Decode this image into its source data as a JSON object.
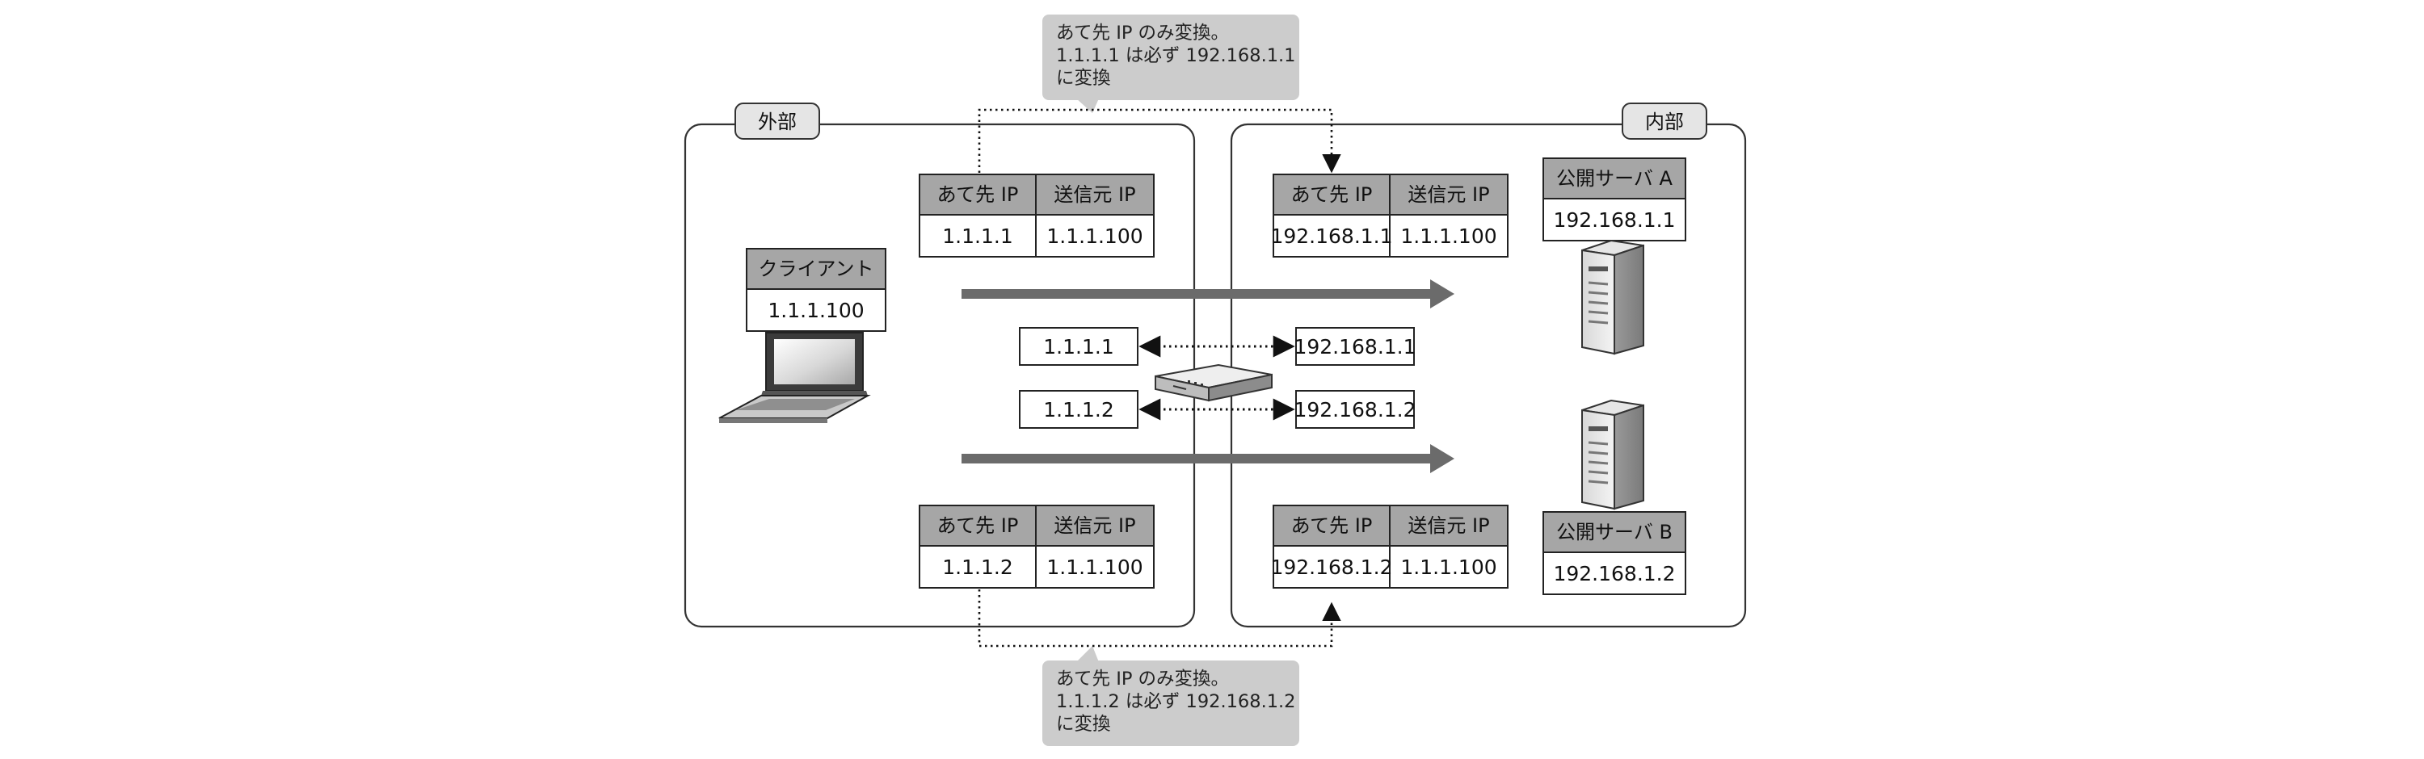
{
  "zones": {
    "external_label": "外部",
    "internal_label": "内部"
  },
  "callouts": {
    "top": [
      "あて先 IP のみ変換。",
      "1.1.1.1 は必ず 192.168.1.1",
      "に変換"
    ],
    "bottom": [
      "あて先 IP のみ変換。",
      "1.1.1.2 は必ず 192.168.1.2",
      "に変換"
    ]
  },
  "client": {
    "label": "クライアント",
    "ip": "1.1.1.100"
  },
  "servers": {
    "a": {
      "label": "公開サーバ A",
      "ip": "192.168.1.1"
    },
    "b": {
      "label": "公開サーバ B",
      "ip": "192.168.1.2"
    }
  },
  "packet_headers": {
    "dst": "あて先 IP",
    "src": "送信元 IP"
  },
  "packets": {
    "ext_top": {
      "dst": "1.1.1.1",
      "src": "1.1.1.100"
    },
    "int_top": {
      "dst": "192.168.1.1",
      "src": "1.1.1.100"
    },
    "ext_bottom": {
      "dst": "1.1.1.2",
      "src": "1.1.1.100"
    },
    "int_bottom": {
      "dst": "192.168.1.2",
      "src": "1.1.1.100"
    }
  },
  "nat_table": {
    "row1": {
      "external": "1.1.1.1",
      "internal": "192.168.1.1"
    },
    "row2": {
      "external": "1.1.1.2",
      "internal": "192.168.1.2"
    }
  },
  "colors": {
    "header_fill": "#a6a6a6",
    "callout_fill": "#cccccc",
    "arrow_fill": "#6b6b6b",
    "zone_stroke": "#333333"
  }
}
